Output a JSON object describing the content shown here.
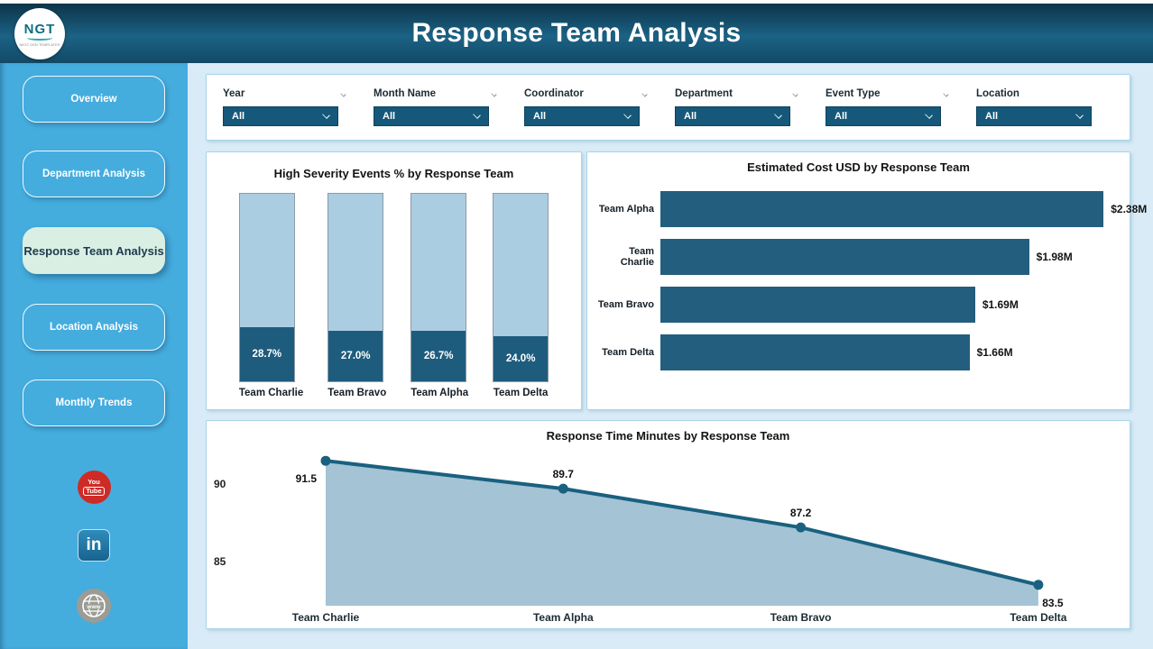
{
  "header": {
    "title": "Response Team Analysis",
    "logo_text": "NGT",
    "logo_tagline": "NEXT GEN TEMPLATES"
  },
  "sidebar": {
    "items": [
      {
        "label": "Overview",
        "active": false
      },
      {
        "label": "Department Analysis",
        "active": false
      },
      {
        "label": "Response Team Analysis",
        "active": true
      },
      {
        "label": "Location Analysis",
        "active": false
      },
      {
        "label": "Monthly Trends",
        "active": false
      }
    ],
    "social": {
      "youtube_line1": "You",
      "youtube_line2": "Tube",
      "linkedin_label": "in",
      "globe_label": "www"
    }
  },
  "filters": [
    {
      "label": "Year",
      "value": "All",
      "header_chevron": true
    },
    {
      "label": "Month Name",
      "value": "All",
      "header_chevron": true
    },
    {
      "label": "Coordinator",
      "value": "All",
      "header_chevron": true
    },
    {
      "label": "Department",
      "value": "All",
      "header_chevron": true
    },
    {
      "label": "Event Type",
      "value": "All",
      "header_chevron": true
    },
    {
      "label": "Location",
      "value": "All",
      "header_chevron": false
    }
  ],
  "colors": {
    "bar_dark_teal": "#1E5C7D",
    "hbar_teal": "#235E7E",
    "segment_light_blue": "#ABCDE2",
    "area_fill": "#9FC0D3",
    "line_stroke": "#19617F",
    "sidebar_blue": "#45ACDE",
    "active_button_bg": "#D9EFE4",
    "dropdown_bg": "#15587A",
    "main_bg": "#D9EBF6",
    "card_border": "#A6D5EB",
    "youtube_red": "#CE2B26",
    "linkedin_blue": "#1F7FB2",
    "globe_gray": "#9C9C95"
  },
  "chart_data": [
    {
      "type": "bar",
      "variant": "stacked-column-100pct",
      "title": "High Severity Events % by Response Team",
      "categories": [
        "Team Charlie",
        "Team Bravo",
        "Team Alpha",
        "Team Delta"
      ],
      "series": [
        {
          "name": "high_severity_pct",
          "values": [
            28.7,
            27.0,
            26.7,
            24.0
          ]
        },
        {
          "name": "remainder_pct",
          "values": [
            71.3,
            73.0,
            73.3,
            76.0
          ]
        }
      ],
      "values": [
        28.7,
        27.0,
        26.7,
        24.0
      ],
      "value_labels": [
        "28.7%",
        "27.0%",
        "26.7%",
        "24.0%"
      ],
      "ylim": [
        0,
        100
      ],
      "grid": false,
      "legend": false
    },
    {
      "type": "bar",
      "orientation": "horizontal",
      "title": "Estimated Cost USD by Response Team",
      "categories": [
        "Team Alpha",
        "Team Charlie",
        "Team Bravo",
        "Team Delta"
      ],
      "values": [
        2.38,
        1.98,
        1.69,
        1.66
      ],
      "value_labels": [
        "$2.38M",
        "$1.98M",
        "$1.69M",
        "$1.66M"
      ],
      "xlim": [
        0,
        2.5
      ],
      "grid": false,
      "legend": false
    },
    {
      "type": "area",
      "title": "Response Time Minutes by Response Team",
      "categories": [
        "Team Charlie",
        "Team Alpha",
        "Team Bravo",
        "Team Delta"
      ],
      "values": [
        91.5,
        89.7,
        87.2,
        83.5
      ],
      "value_labels": [
        "91.5",
        "89.7",
        "87.2",
        "83.5"
      ],
      "yticks": [
        90,
        85
      ],
      "ylim": [
        81,
        93
      ],
      "grid": false,
      "legend": false
    }
  ]
}
